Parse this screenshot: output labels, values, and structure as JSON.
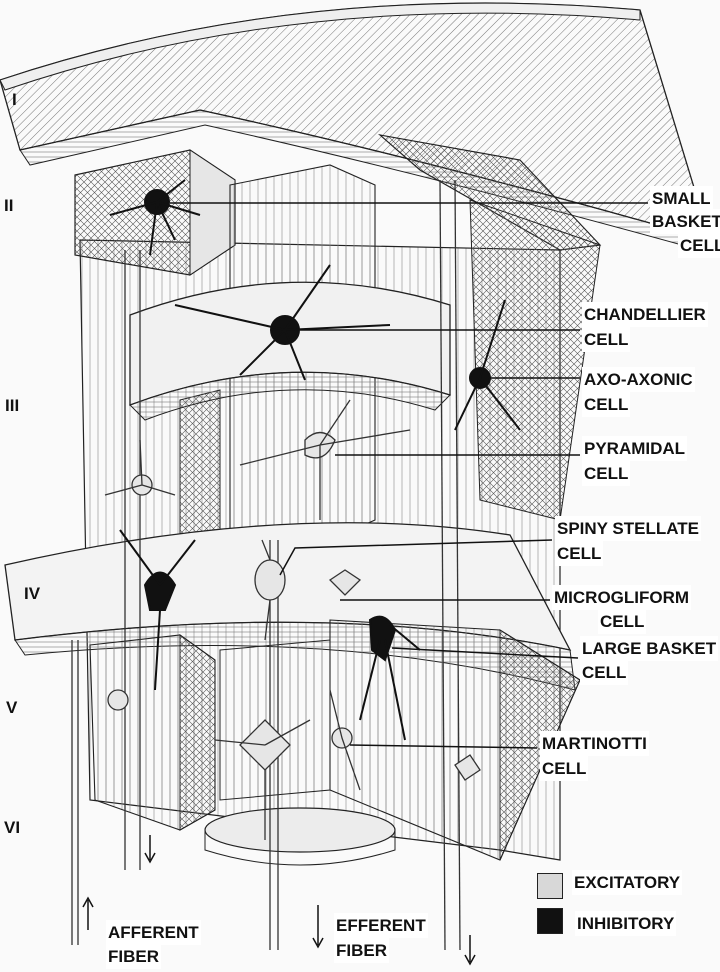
{
  "layers": [
    "I",
    "II",
    "III",
    "IV",
    "V",
    "VI"
  ],
  "cell_labels": {
    "small_basket": [
      "SMALL",
      "BASKET",
      "CELL"
    ],
    "chandellier": [
      "CHANDELLIER",
      "CELL"
    ],
    "axo_axonic": [
      "AXO-AXONIC",
      "CELL"
    ],
    "pyramidal": [
      "PYRAMIDAL",
      "CELL"
    ],
    "spiny_stellate": [
      "SPINY STELLATE",
      "CELL"
    ],
    "microgliform": [
      "MICROGLIFORM",
      "CELL"
    ],
    "large_basket": [
      "LARGE BASKET",
      "CELL"
    ],
    "martinotti": [
      "MARTINOTTI",
      "CELL"
    ]
  },
  "fibers": {
    "afferent": [
      "AFFERENT",
      "FIBER"
    ],
    "efferent": [
      "EFFERENT",
      "FIBER"
    ]
  },
  "legend": {
    "excitatory": "EXCITATORY",
    "inhibitory": "INHIBITORY",
    "excitatory_color": "#d8d8d8",
    "inhibitory_color": "#111111"
  }
}
